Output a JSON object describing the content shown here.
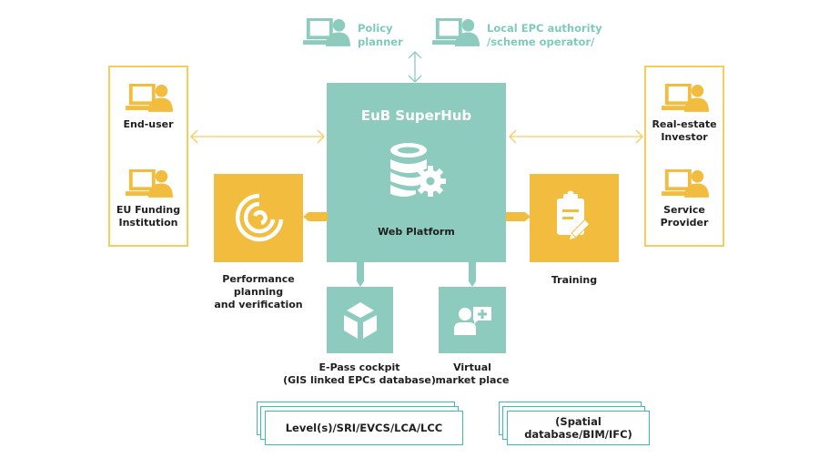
{
  "colors": {
    "teal": "#8ccbbe",
    "teal_text": "#7fcbbb",
    "yellow": "#f2bd3e",
    "yellow_border": "#f6cd5c",
    "card_border": "#3fbcb0"
  },
  "top_actors": [
    {
      "label_line1": "Policy",
      "label_line2": "planner",
      "icon": "computer-user-icon"
    },
    {
      "label_line1": "Local EPC authority",
      "label_line2": "/scheme operator/",
      "icon": "computer-user-icon"
    }
  ],
  "left_actors": [
    {
      "label_line1": "End-user",
      "label_line2": "",
      "icon": "computer-user-icon"
    },
    {
      "label_line1": "EU Funding",
      "label_line2": "Institution",
      "icon": "computer-user-icon"
    }
  ],
  "right_actors": [
    {
      "label_line1": "Real-estate",
      "label_line2": "Investor",
      "icon": "computer-user-icon"
    },
    {
      "label_line1": "Service",
      "label_line2": "Provider",
      "icon": "computer-user-icon"
    }
  ],
  "hub": {
    "title": "EuB SuperHub",
    "subtitle": "Web Platform",
    "icon": "database-gear-icon"
  },
  "modules": {
    "performance": {
      "line1": "Performance",
      "line2": "planning",
      "line3": "and verification",
      "icon": "spiral-target-icon"
    },
    "training": {
      "line1": "Training",
      "icon": "clipboard-pencil-icon"
    },
    "epass": {
      "line1": "E-Pass cockpit",
      "line2": "(GIS linked EPCs database)",
      "icon": "cube-icon"
    },
    "market": {
      "line1": "Virtual",
      "line2": "market place",
      "icon": "user-add-chat-icon"
    }
  },
  "data_stacks": [
    {
      "line1": "Level(s)/SRI/EVCS/LCA/LCC",
      "line2": ""
    },
    {
      "line1": "(Spatial",
      "line2": "database/BIM/IFC)"
    }
  ]
}
